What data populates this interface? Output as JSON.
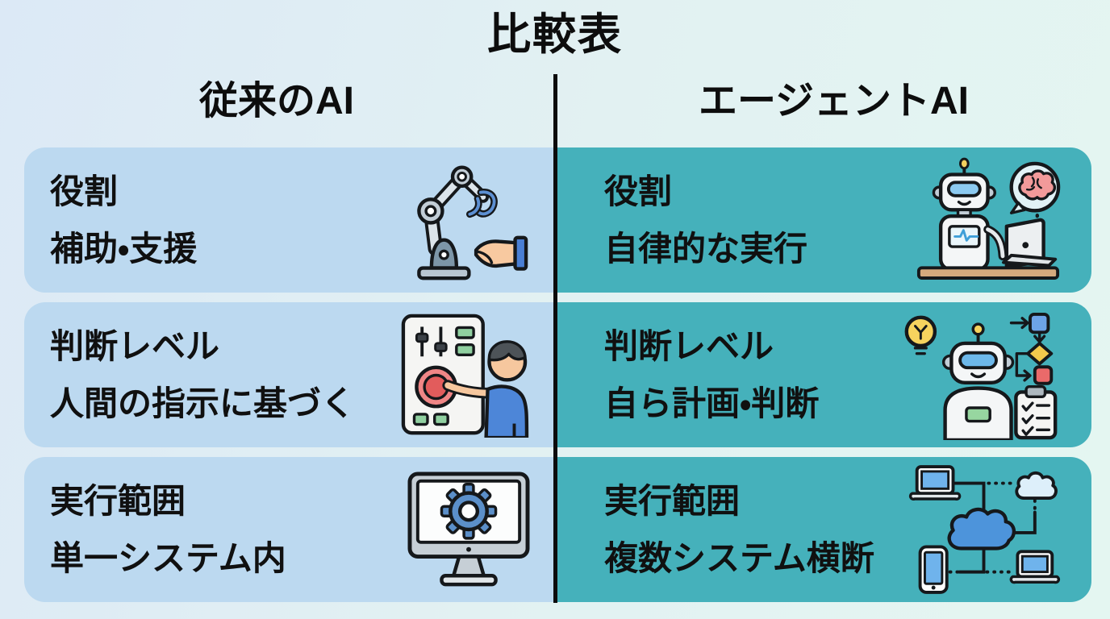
{
  "title": "比較表",
  "columns": {
    "left": {
      "header": "従来のAI"
    },
    "right": {
      "header": "エージェントAI"
    }
  },
  "rows": [
    {
      "label": "役割",
      "left": {
        "value": "補助・支援",
        "icon": "robot-arm-hand-icon"
      },
      "right": {
        "value": "自律的な実行",
        "icon": "robot-laptop-brain-icon"
      }
    },
    {
      "label": "判断レベル",
      "left": {
        "value": "人間の指示に基づく",
        "icon": "control-panel-operator-icon"
      },
      "right": {
        "value": "自ら計画・判断",
        "icon": "robot-plan-checklist-icon"
      }
    },
    {
      "label": "実行範囲",
      "left": {
        "value": "単一システム内",
        "icon": "monitor-gear-icon"
      },
      "right": {
        "value": "複数システム横断",
        "icon": "multi-device-cloud-network-icon"
      }
    }
  ],
  "colors": {
    "background_left": "#dce9f6",
    "background_right": "#e4f6f1",
    "left_card": "#bcd9f0",
    "right_card": "#45b1bb",
    "divider": "#0c0c0c",
    "text": "#101010"
  }
}
